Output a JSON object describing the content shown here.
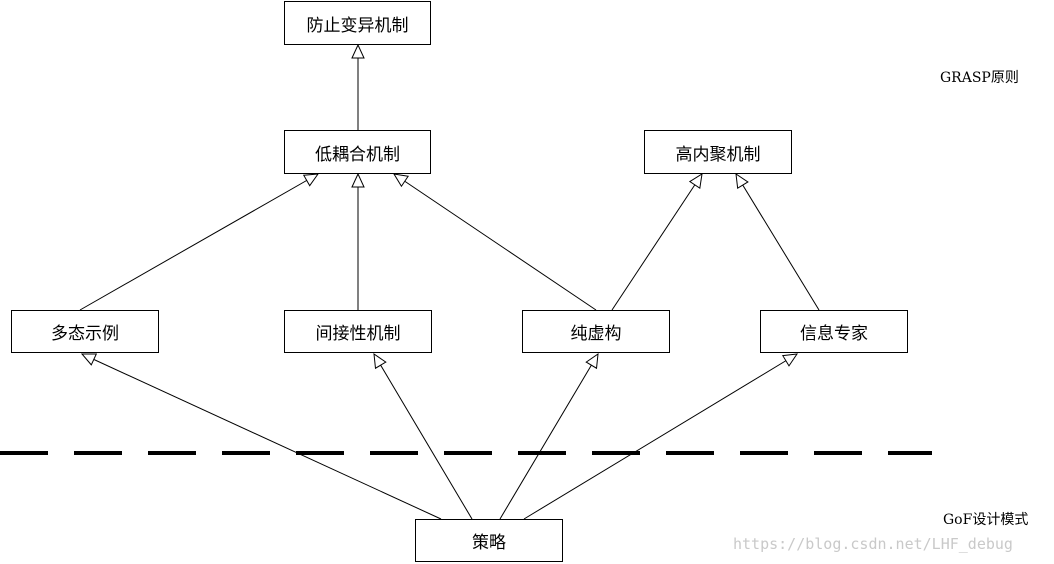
{
  "nodes": {
    "prevent_variation": "防止变异机制",
    "low_coupling": "低耦合机制",
    "high_cohesion": "高内聚机制",
    "polymorphism": "多态示例",
    "indirection": "间接性机制",
    "pure_fabrication": "纯虚构",
    "information_expert": "信息专家",
    "strategy": "策略"
  },
  "labels": {
    "grasp": "GRASP原则",
    "gof": "GoF设计模式"
  },
  "watermark": "https://blog.csdn.net/LHF_debug",
  "colors": {
    "line": "#000000",
    "text": "#000000",
    "watermark": "#c9c9c9",
    "background": "#ffffff"
  }
}
